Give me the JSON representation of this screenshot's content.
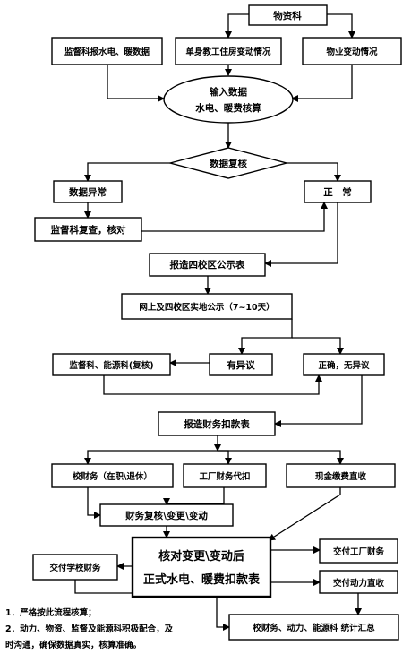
{
  "nodes": {
    "materials": "物资科",
    "supervision_report": "监督科报水电、暖数据",
    "dormitory_changes": "单身教工住房变动情况",
    "property_changes": "物业变动情况",
    "input_line1": "输入数据",
    "input_line2": "水电、暖费核算",
    "data_review": "数据复核",
    "data_abnormal": "数据异常",
    "normal": "正　常",
    "supervision_recheck": "监督科复查，核对",
    "report_four_campus": "报造四校区公示表",
    "online_publicity": "网上及四校区实地公示（7~10天）",
    "has_objection": "有异议",
    "supervision_energy": "监督科、能源科(复核)",
    "correct_no_objection": "正确，无异议",
    "finance_deduction_table": "报造财务扣款表",
    "school_finance": "校财务（在职\\退休）",
    "factory_finance": "工厂财务代扣",
    "cash_payment": "现金缴费直收",
    "finance_review": "财务复核\\变更\\变动",
    "verify_line1": "核对变更\\变动后",
    "verify_line2": "正式水电、暖费扣款表",
    "deliver_school": "交付学校财务",
    "deliver_factory": "交付工厂财务",
    "deliver_power": "交付动力直收",
    "summary": "校财务、动力、能源科 统计汇总"
  },
  "notes": [
    "1．严格按此流程核算；",
    "2．动力、物资、监督及能源科积极配合，及",
    "时沟通，确保数据真实，核算准确。"
  ]
}
